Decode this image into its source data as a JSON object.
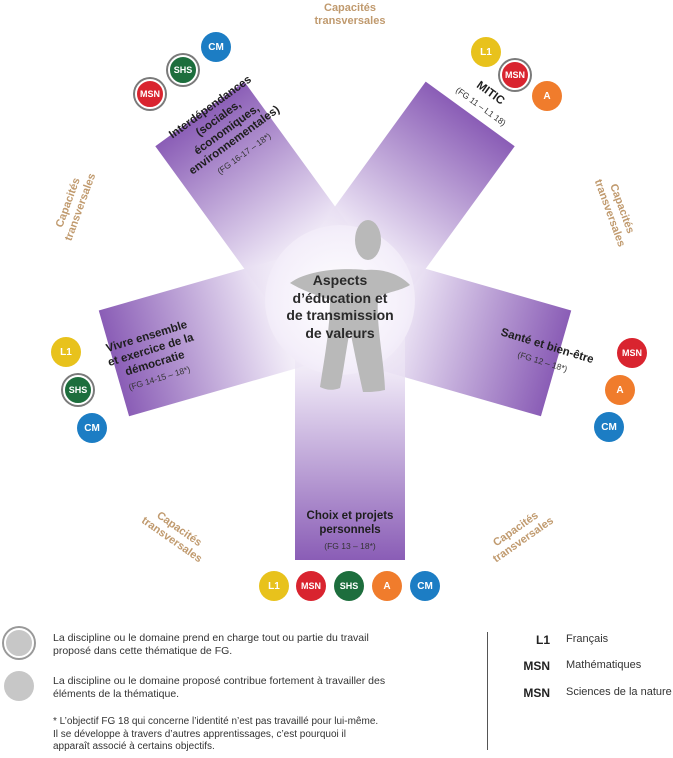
{
  "center": {
    "line1": "Aspects",
    "line2": "d’éducation et",
    "line3": "de transmission",
    "line4": "de valeurs"
  },
  "arms": {
    "interdependances": {
      "l1": "Interdépendances",
      "l2": "(sociales,",
      "l3": "économiques,",
      "l4": "environnementales)",
      "sub": "(FG 16-17 – 18*)"
    },
    "mitic": {
      "l1": "MITIC",
      "sub": "(FG 11 – L1 18)"
    },
    "vivre": {
      "l1": "Vivre ensemble",
      "l2": "et exercice de la",
      "l3": "démocratie",
      "sub": "(FG 14-15 – 18*)"
    },
    "sante": {
      "l1": "Santé et bien-être",
      "sub": "(FG 12 – 18*)"
    },
    "choix": {
      "l1": "Choix et projets",
      "l2": "personnels",
      "sub": "(FG 13 – 18*)"
    }
  },
  "capacites": {
    "l1": "Capacités",
    "l2": "transversales"
  },
  "badge_labels": {
    "l1": "L1",
    "msn": "MSN",
    "shs": "SHS",
    "a": "A",
    "cm": "CM"
  },
  "colors": {
    "l1": "#e8c21c",
    "msn": "#d9242f",
    "shs": "#1d6e3d",
    "a": "#f07c2c",
    "cm": "#1c7dc4",
    "arm_purple": "#8b5fb8",
    "cap_text": "#c09a6e"
  },
  "legend": {
    "ring_text": "La discipline ou le domaine prend en charge tout ou partie du travail proposé dans cette thématique de FG.",
    "plain_text": "La discipline ou le domaine proposé contribue fortement à travailler des éléments de la thématique.",
    "note": "* L’objectif FG 18 qui concerne l’identité n’est pas travaillé pour lui-même. Il se développe à travers d’autres apprentissages, c’est pourquoi il apparaît associé à certains objectifs."
  },
  "abbreviations": [
    {
      "abbr": "L1",
      "name": "Français"
    },
    {
      "abbr": "MSN",
      "name": "Mathématiques"
    },
    {
      "abbr": "MSN",
      "name": "Sciences de la nature"
    }
  ]
}
